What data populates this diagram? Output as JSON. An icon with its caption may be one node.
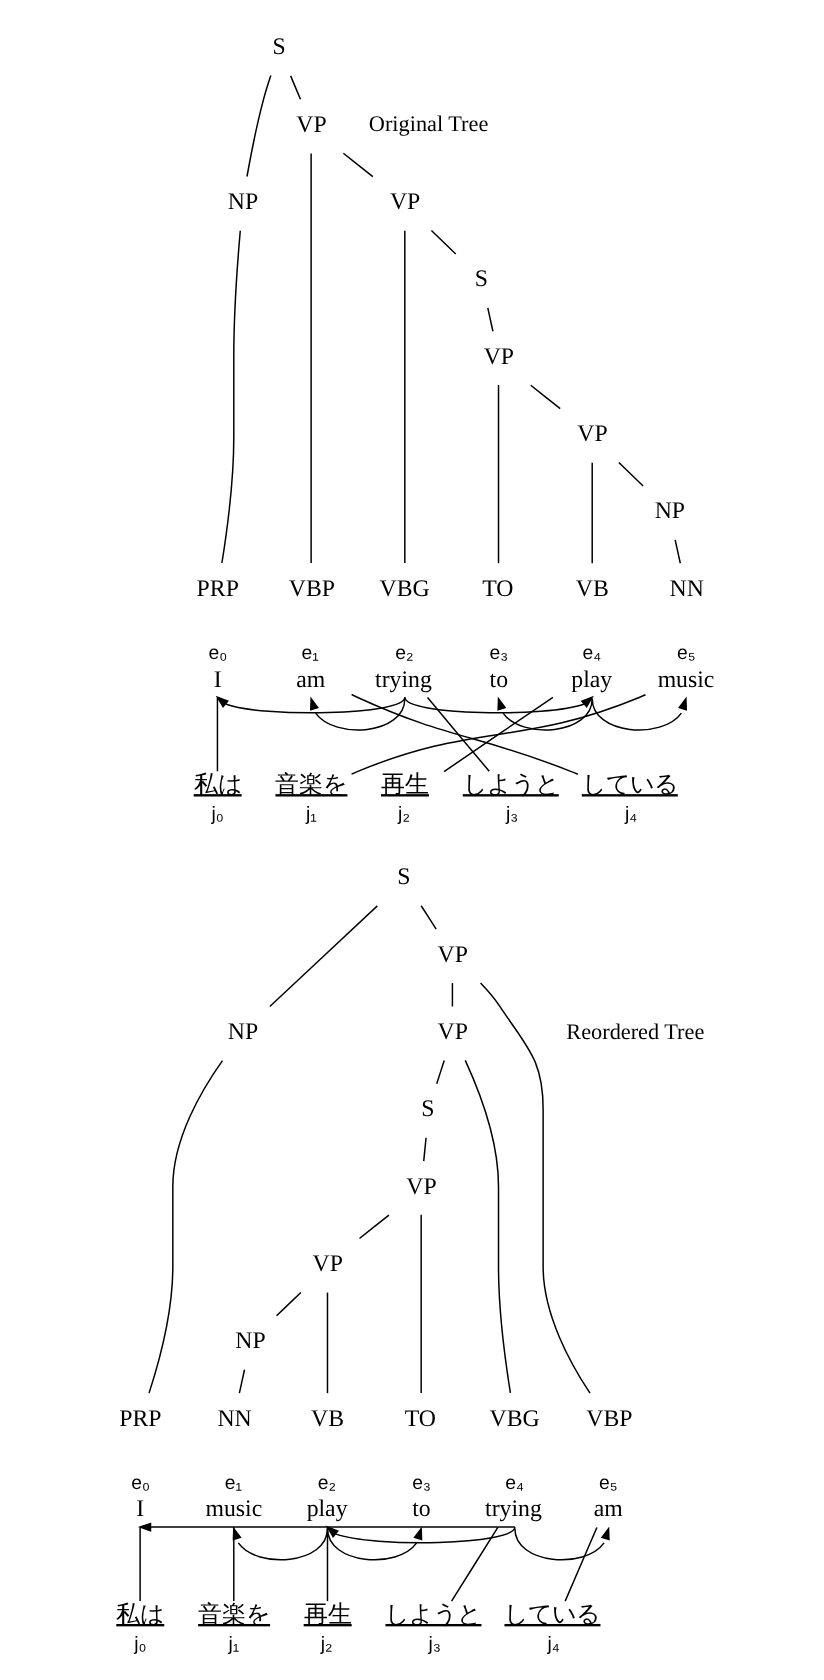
{
  "diagram": {
    "nodes": [
      {
        "text": [
          "S"
        ]
      },
      {
        "text": [
          "VP"
        ]
      },
      {
        "text": [
          "VP"
        ]
      },
      {
        "text": [
          "S"
        ]
      },
      {
        "text": [
          "VP"
        ]
      },
      {
        "text": [
          "VP"
        ]
      },
      {
        "text": [
          "NP"
        ]
      },
      {
        "text": [
          "NP"
        ]
      },
      {
        "text": [
          "PRP"
        ]
      },
      {
        "text": [
          "VBP"
        ]
      },
      {
        "text": [
          "VBG"
        ]
      },
      {
        "text": [
          "TO"
        ]
      },
      {
        "text": [
          "VB"
        ]
      },
      {
        "text": [
          "NN"
        ]
      },
      {
        "text": [
          "I"
        ],
        "beside": [
          "e₀"
        ]
      },
      {
        "text": [
          "am"
        ],
        "beside": [
          "e₁"
        ]
      },
      {
        "text": [
          "trying"
        ],
        "beside": [
          "e₂"
        ]
      },
      {
        "text": [
          "to"
        ],
        "beside": [
          "e₃"
        ]
      },
      {
        "text": [
          "play"
        ],
        "beside": [
          "e₄"
        ]
      },
      {
        "text": [
          "music"
        ],
        "beside": [
          "e₅"
        ]
      },
      {
        "text": [
          "私は"
        ],
        "beside": [
          "j₀"
        ]
      },
      {
        "text": [
          "音楽を"
        ],
        "beside": [
          "j₁"
        ]
      },
      {
        "text": [
          "再生"
        ],
        "beside": [
          "j₂"
        ]
      },
      {
        "text": [
          "しようと"
        ],
        "beside": [
          "j₃"
        ]
      },
      {
        "text": [
          "している"
        ],
        "beside": [
          "j₄"
        ]
      },
      {
        "text": [
          "S"
        ]
      },
      {
        "text": [
          "VP"
        ]
      },
      {
        "text": [
          "VP"
        ]
      },
      {
        "text": [
          "S"
        ]
      },
      {
        "text": [
          "VP"
        ]
      },
      {
        "text": [
          "VP"
        ]
      },
      {
        "text": [
          "NP"
        ]
      },
      {
        "text": [
          "NP"
        ]
      },
      {
        "text": [
          "PRP"
        ]
      },
      {
        "text": [
          "NN"
        ]
      },
      {
        "text": [
          "VB"
        ]
      },
      {
        "text": [
          "TO"
        ]
      },
      {
        "text": [
          "VBG"
        ]
      },
      {
        "text": [
          "VBP"
        ]
      },
      {
        "text": [
          "I"
        ],
        "beside": [
          "e₀"
        ]
      },
      {
        "text": [
          "music"
        ],
        "beside": [
          "e₁"
        ]
      },
      {
        "text": [
          "play"
        ],
        "beside": [
          "e₂"
        ]
      },
      {
        "text": [
          "to"
        ],
        "beside": [
          "e₃"
        ]
      },
      {
        "text": [
          "trying"
        ],
        "beside": [
          "e₄"
        ]
      },
      {
        "text": [
          "am"
        ],
        "beside": [
          "e₅"
        ]
      },
      {
        "text": [
          "私は"
        ],
        "beside": [
          "j₀"
        ]
      },
      {
        "text": [
          "音楽を"
        ],
        "beside": [
          "j₁"
        ]
      },
      {
        "text": [
          "再生"
        ],
        "beside": [
          "j₂"
        ]
      },
      {
        "text": [
          "しようと"
        ],
        "beside": [
          "j₃"
        ]
      },
      {
        "text": [
          "している"
        ],
        "beside": [
          "j₄"
        ]
      }
    ],
    "edges": [
      {
        "from": 0,
        "to": 6,
        "arrow": "none"
      },
      {
        "from": 0,
        "to": 1,
        "arrow": "none"
      },
      {
        "from": 6,
        "to": 8,
        "arrow": "none"
      },
      {
        "from": 1,
        "to": 9,
        "arrow": "none"
      },
      {
        "from": 1,
        "to": 2,
        "arrow": "none"
      },
      {
        "from": 2,
        "to": 10,
        "arrow": "none"
      },
      {
        "from": 2,
        "to": 3,
        "arrow": "none"
      },
      {
        "from": 3,
        "to": 4,
        "arrow": "none"
      },
      {
        "from": 4,
        "to": 11,
        "arrow": "none"
      },
      {
        "from": 4,
        "to": 5,
        "arrow": "none"
      },
      {
        "from": 5,
        "to": 12,
        "arrow": "none"
      },
      {
        "from": 5,
        "to": 7,
        "arrow": "none"
      },
      {
        "from": 7,
        "to": 13,
        "arrow": "none"
      },
      {
        "from": 16,
        "to": 15,
        "arrow": "to"
      },
      {
        "from": 16,
        "to": 14,
        "arrow": "to"
      },
      {
        "from": 16,
        "to": 18,
        "arrow": "to"
      },
      {
        "from": 18,
        "to": 17,
        "arrow": "to"
      },
      {
        "from": 18,
        "to": 19,
        "arrow": "to"
      },
      {
        "from": 14,
        "to": 20,
        "arrow": "none"
      },
      {
        "from": 19,
        "to": 21,
        "arrow": "none"
      },
      {
        "from": 18,
        "to": 22,
        "arrow": "none"
      },
      {
        "from": 16,
        "to": 23,
        "arrow": "none"
      },
      {
        "from": 15,
        "to": 24,
        "arrow": "none"
      },
      {
        "from": 25,
        "to": 31,
        "arrow": "none"
      },
      {
        "from": 25,
        "to": 26,
        "arrow": "none"
      },
      {
        "from": 31,
        "to": 33,
        "arrow": "none"
      },
      {
        "from": 26,
        "to": 27,
        "arrow": "none"
      },
      {
        "from": 26,
        "to": 38,
        "arrow": "none"
      },
      {
        "from": 27,
        "to": 28,
        "arrow": "none"
      },
      {
        "from": 27,
        "to": 37,
        "arrow": "none"
      },
      {
        "from": 28,
        "to": 29,
        "arrow": "none"
      },
      {
        "from": 29,
        "to": 30,
        "arrow": "none"
      },
      {
        "from": 29,
        "to": 36,
        "arrow": "none"
      },
      {
        "from": 30,
        "to": 32,
        "arrow": "none"
      },
      {
        "from": 30,
        "to": 35,
        "arrow": "none"
      },
      {
        "from": 32,
        "to": 34,
        "arrow": "none"
      },
      {
        "from": 41,
        "to": 40,
        "arrow": "to"
      },
      {
        "from": 41,
        "to": 42,
        "arrow": "to"
      },
      {
        "from": 43,
        "to": 41,
        "arrow": "to"
      },
      {
        "from": 43,
        "to": 39,
        "arrow": "to"
      },
      {
        "from": 43,
        "to": 44,
        "arrow": "to"
      },
      {
        "from": 39,
        "to": 45,
        "arrow": "none"
      },
      {
        "from": 40,
        "to": 46,
        "arrow": "none"
      },
      {
        "from": 41,
        "to": 47,
        "arrow": "none"
      },
      {
        "from": 43,
        "to": 48,
        "arrow": "none"
      },
      {
        "from": 44,
        "to": 49,
        "arrow": "none"
      }
    ],
    "labels": [
      "Original Tree",
      "Reordered Tree"
    ]
  }
}
